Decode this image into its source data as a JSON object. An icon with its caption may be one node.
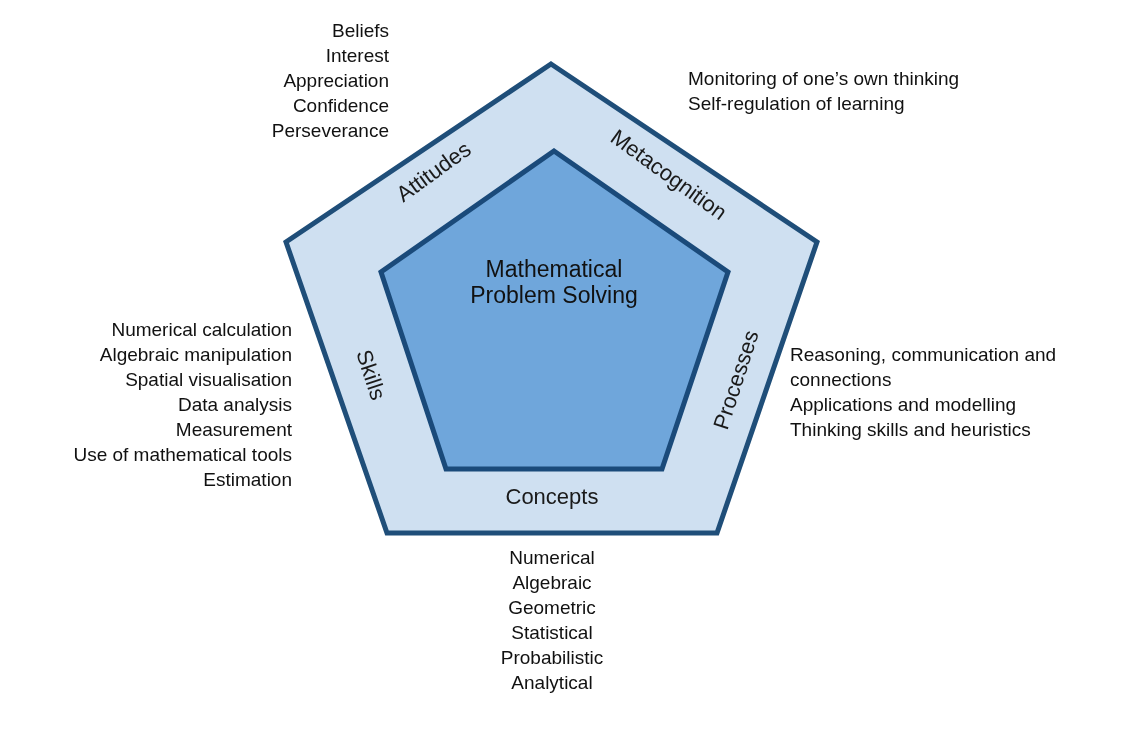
{
  "diagram": {
    "nodes": [
      {
        "text": [
          "Attitudes",
          "Metacognition",
          "Processes",
          "Concepts",
          "Skills"
        ]
      },
      {
        "text": [
          "Mathematical Problem Solving"
        ],
        "in": 0
      }
    ],
    "labels": [
      "Beliefs",
      "Interest",
      "Appreciation",
      "Confidence",
      "Perseverance",
      "Monitoring of one’s own thinking",
      "Self-regulation of learning",
      "Numerical calculation",
      "Algebraic manipulation",
      "Spatial visualisation",
      "Data analysis",
      "Measurement",
      "Use of mathematical tools",
      "Estimation",
      "Reasoning, communication and connections",
      "Applications and modelling",
      "Thinking skills and heuristics",
      "Numerical",
      "Algebraic",
      "Geometric",
      "Statistical",
      "Probabilistic",
      "Analytical"
    ]
  }
}
